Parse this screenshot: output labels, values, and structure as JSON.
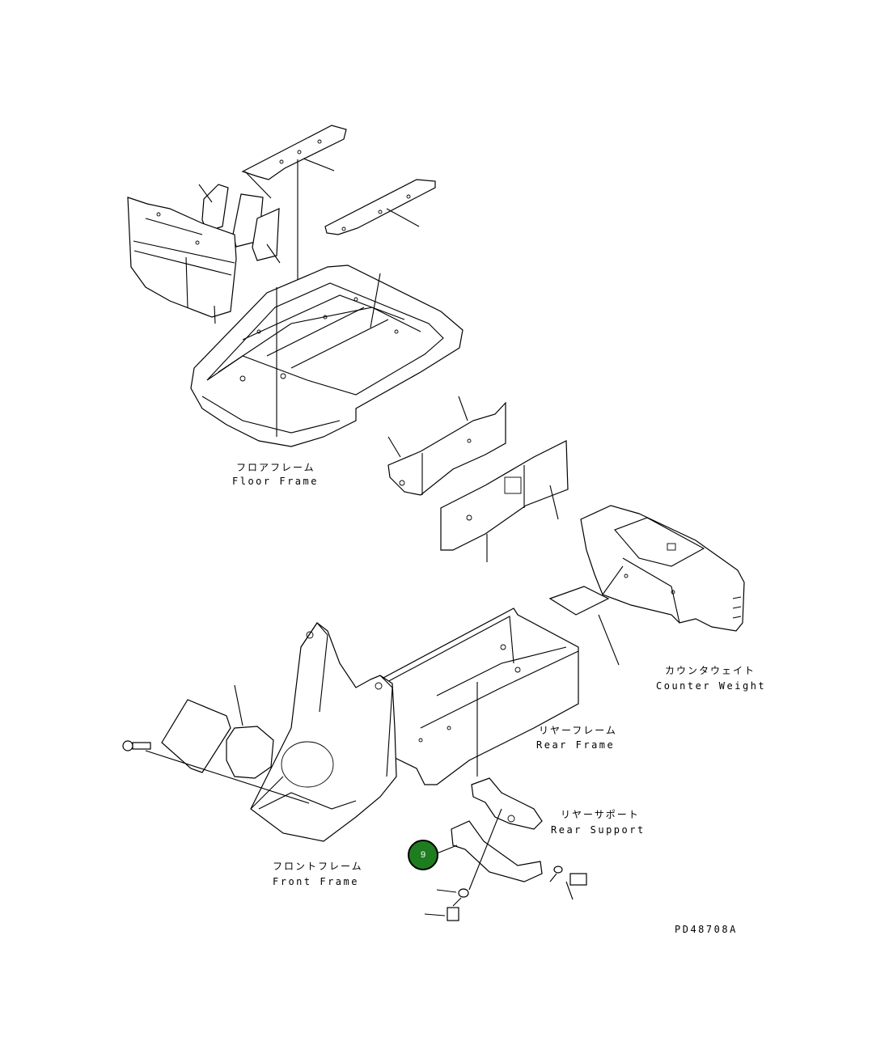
{
  "labels": {
    "floor_frame_ja": "フロアフレーム",
    "floor_frame_en": "Floor Frame",
    "counter_weight_ja": "カウンタウェイト",
    "counter_weight_en": "Counter Weight",
    "rear_frame_ja": "リヤーフレーム",
    "rear_frame_en": "Rear Frame",
    "rear_support_ja": "リヤーサポート",
    "rear_support_en": "Rear Support",
    "front_frame_ja": "フロントフレーム",
    "front_frame_en": "Front Frame",
    "drawing_number": "PD48708A"
  },
  "callout": {
    "number": "9",
    "color": "#1e7d1e"
  }
}
